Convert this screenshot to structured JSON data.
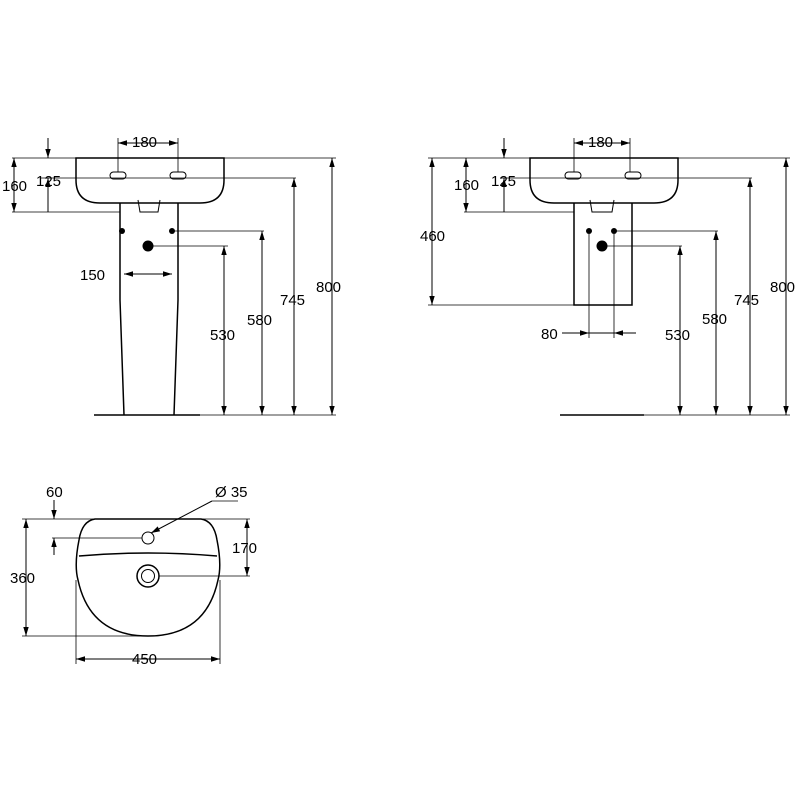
{
  "front_view_pedestal": {
    "width_top": "180",
    "depth_125": "125",
    "depth_160": "160",
    "waste_spacing": "150",
    "height_530": "530",
    "height_580": "580",
    "height_745": "745",
    "height_800": "800"
  },
  "front_view_semi_pedestal": {
    "width_top": "180",
    "depth_125": "125",
    "depth_160": "160",
    "height_460": "460",
    "waste_spacing": "80",
    "height_530": "530",
    "height_580": "580",
    "height_745": "745",
    "height_800": "800"
  },
  "plan_view": {
    "tap_offset": "60",
    "tap_hole": "Ø 35",
    "waste_offset": "170",
    "depth": "360",
    "width": "450"
  }
}
